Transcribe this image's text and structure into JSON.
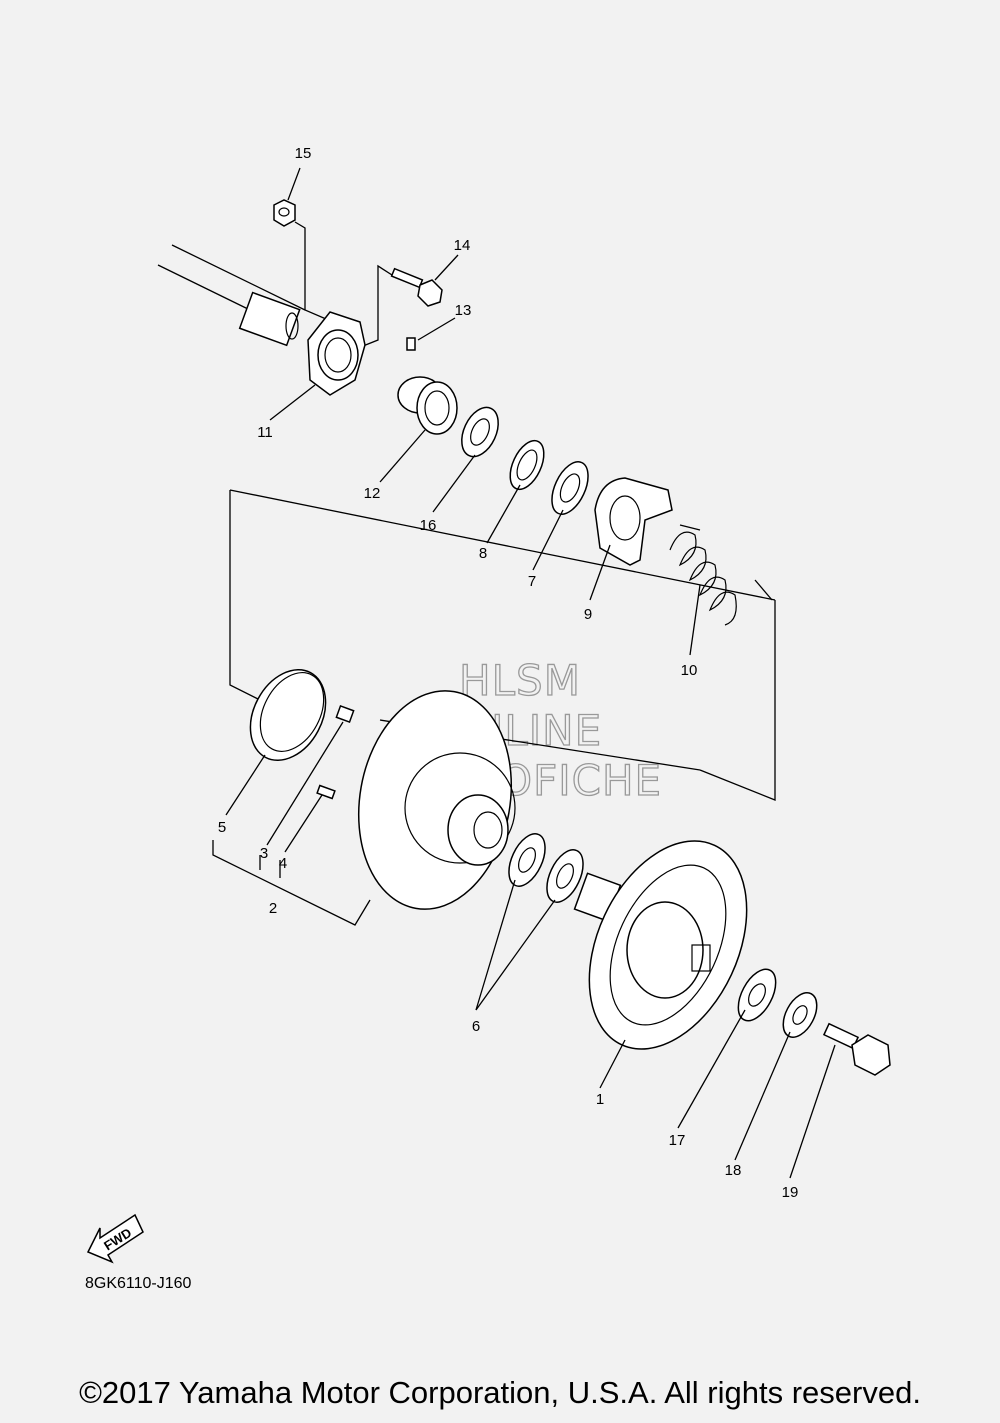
{
  "diagram": {
    "part_numbers": [
      "1",
      "2",
      "3",
      "4",
      "5",
      "6",
      "7",
      "8",
      "9",
      "10",
      "11",
      "12",
      "13",
      "14",
      "15",
      "16",
      "17",
      "18",
      "19"
    ],
    "watermark": [
      "HLSM",
      "ONLINE",
      "MICROFICHE"
    ],
    "fwd_label": "FWD",
    "diagram_code": "8GK6110-J160",
    "copyright": "©2017 Yamaha Motor Corporation, U.S.A. All rights reserved."
  }
}
